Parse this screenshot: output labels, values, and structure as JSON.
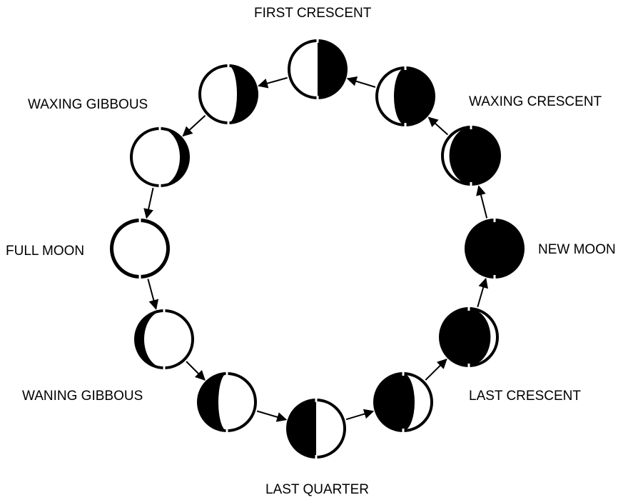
{
  "diagram": {
    "title": "",
    "colors": {
      "ink": "#000000",
      "paper": "#ffffff"
    },
    "phases": [
      {
        "id": "new-moon",
        "label": "NEW MOON",
        "illuminated_fraction": 0.0,
        "lit_side": "none"
      },
      {
        "id": "waxing-crescent",
        "label": "WAXING CRESCENT",
        "illuminated_fraction": 0.15,
        "lit_side": "left"
      },
      {
        "id": "first-crescent",
        "label": "FIRST CRESCENT",
        "illuminated_fraction": 0.5,
        "lit_side": "left"
      },
      {
        "id": "waxing-gibbous",
        "label": "WAXING GIBBOUS",
        "illuminated_fraction": 0.7,
        "lit_side": "left"
      },
      {
        "id": "unlabeled-upper-left",
        "label": "",
        "illuminated_fraction": 0.85,
        "lit_side": "left"
      },
      {
        "id": "full-moon",
        "label": "FULL MOON",
        "illuminated_fraction": 1.0,
        "lit_side": "all"
      },
      {
        "id": "unlabeled-lower-left",
        "label": "",
        "illuminated_fraction": 0.85,
        "lit_side": "right"
      },
      {
        "id": "waning-gibbous",
        "label": "WANING GIBBOUS",
        "illuminated_fraction": 0.7,
        "lit_side": "right"
      },
      {
        "id": "last-quarter",
        "label": "LAST QUARTER",
        "illuminated_fraction": 0.5,
        "lit_side": "right"
      },
      {
        "id": "unlabeled-lower-right",
        "label": "",
        "illuminated_fraction": 0.3,
        "lit_side": "right"
      },
      {
        "id": "last-crescent",
        "label": "LAST CRESCENT",
        "illuminated_fraction": 0.15,
        "lit_side": "right"
      }
    ],
    "cycle_direction": "counterclockwise"
  }
}
